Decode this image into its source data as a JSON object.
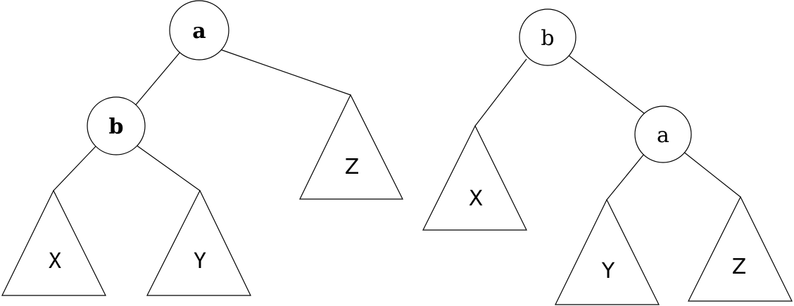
{
  "trees": [
    {
      "nodes": {
        "a": {
          "label": "a"
        },
        "b": {
          "label": "b"
        }
      },
      "subtrees": {
        "X": {
          "label": "X"
        },
        "Y": {
          "label": "Y"
        },
        "Z": {
          "label": "Z"
        }
      }
    },
    {
      "nodes": {
        "b": {
          "label": "b"
        },
        "a": {
          "label": "a"
        }
      },
      "subtrees": {
        "X": {
          "label": "X"
        },
        "Y": {
          "label": "Y"
        },
        "Z": {
          "label": "Z"
        }
      }
    }
  ]
}
